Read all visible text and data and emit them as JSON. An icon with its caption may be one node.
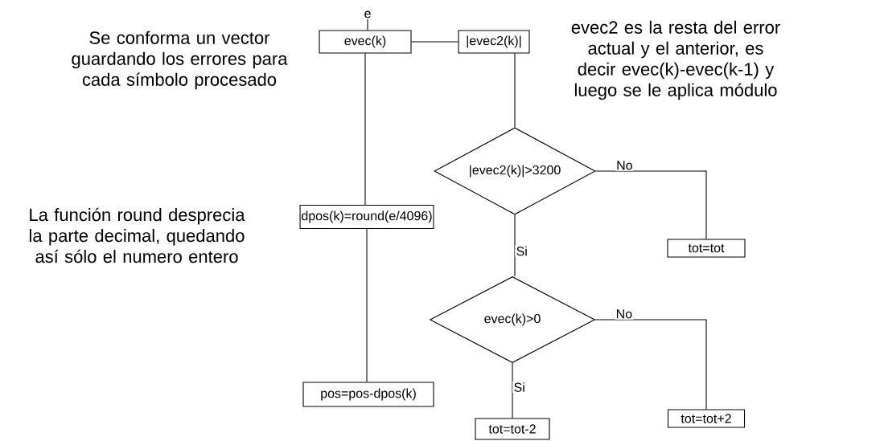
{
  "diagram": {
    "nodes": [
      {
        "text": [
          "e"
        ]
      },
      {
        "text": [
          "evec(k)"
        ]
      },
      {
        "text": [
          "|evec2(k)|"
        ]
      },
      {
        "text": [
          "|evec2(k)|>3200"
        ]
      },
      {
        "text": [
          "tot=tot"
        ]
      },
      {
        "text": [
          "dpos(k)=round(e/4096)"
        ]
      },
      {
        "text": [
          "evec(k)>0"
        ]
      },
      {
        "text": [
          "pos=pos-dpos(k)"
        ]
      },
      {
        "text": [
          "tot=tot+2"
        ]
      },
      {
        "text": [
          "tot=tot-2"
        ]
      }
    ],
    "edges": [
      {
        "from": 0,
        "to": 1,
        "arrow": "none"
      },
      {
        "from": 1,
        "to": 2,
        "arrow": "none"
      },
      {
        "from": 2,
        "to": 3,
        "arrow": "none"
      },
      {
        "from": 3,
        "to": 4,
        "arrow": "none",
        "label": "No"
      },
      {
        "from": 3,
        "to": 6,
        "arrow": "none",
        "label": "Si"
      },
      {
        "from": 1,
        "to": 5,
        "arrow": "none"
      },
      {
        "from": 5,
        "to": 7,
        "arrow": "none"
      },
      {
        "from": 6,
        "to": 8,
        "arrow": "none",
        "label": "No"
      },
      {
        "from": 6,
        "to": 9,
        "arrow": "none",
        "label": "Si"
      }
    ],
    "labels": [
      "Se conforma un vector guardando los errores para cada símbolo procesado",
      "evec2 es la resta del error actual y el anterior, es decir evec(k)-evec(k-1) y luego se le aplica módulo",
      "La función round desprecia la parte decimal, quedando así sólo el numero entero"
    ]
  }
}
